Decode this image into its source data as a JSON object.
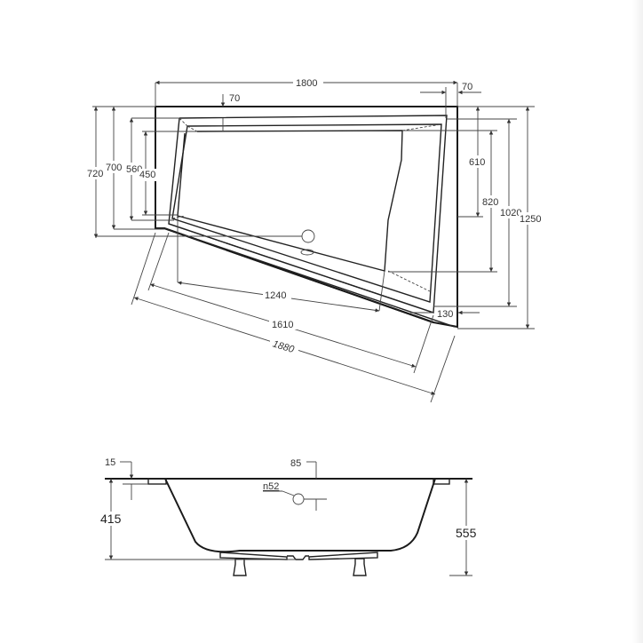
{
  "drawing": {
    "top_view": {
      "dims": {
        "overall_width": "1800",
        "rim_top": "70",
        "rim_right": "70",
        "left_720": "720",
        "left_700": "700",
        "left_560": "560",
        "left_450": "450",
        "right_610": "610",
        "right_820": "820",
        "right_1020": "1020",
        "right_1250": "1250",
        "right_130": "130",
        "diag_1240": "1240",
        "diag_1610": "1610",
        "diag_1880": "1880"
      }
    },
    "side_view": {
      "dims": {
        "rim_15": "15",
        "overflow_85": "85",
        "overflow_dia": "n52",
        "height_415": "415",
        "height_555": "555"
      }
    }
  }
}
